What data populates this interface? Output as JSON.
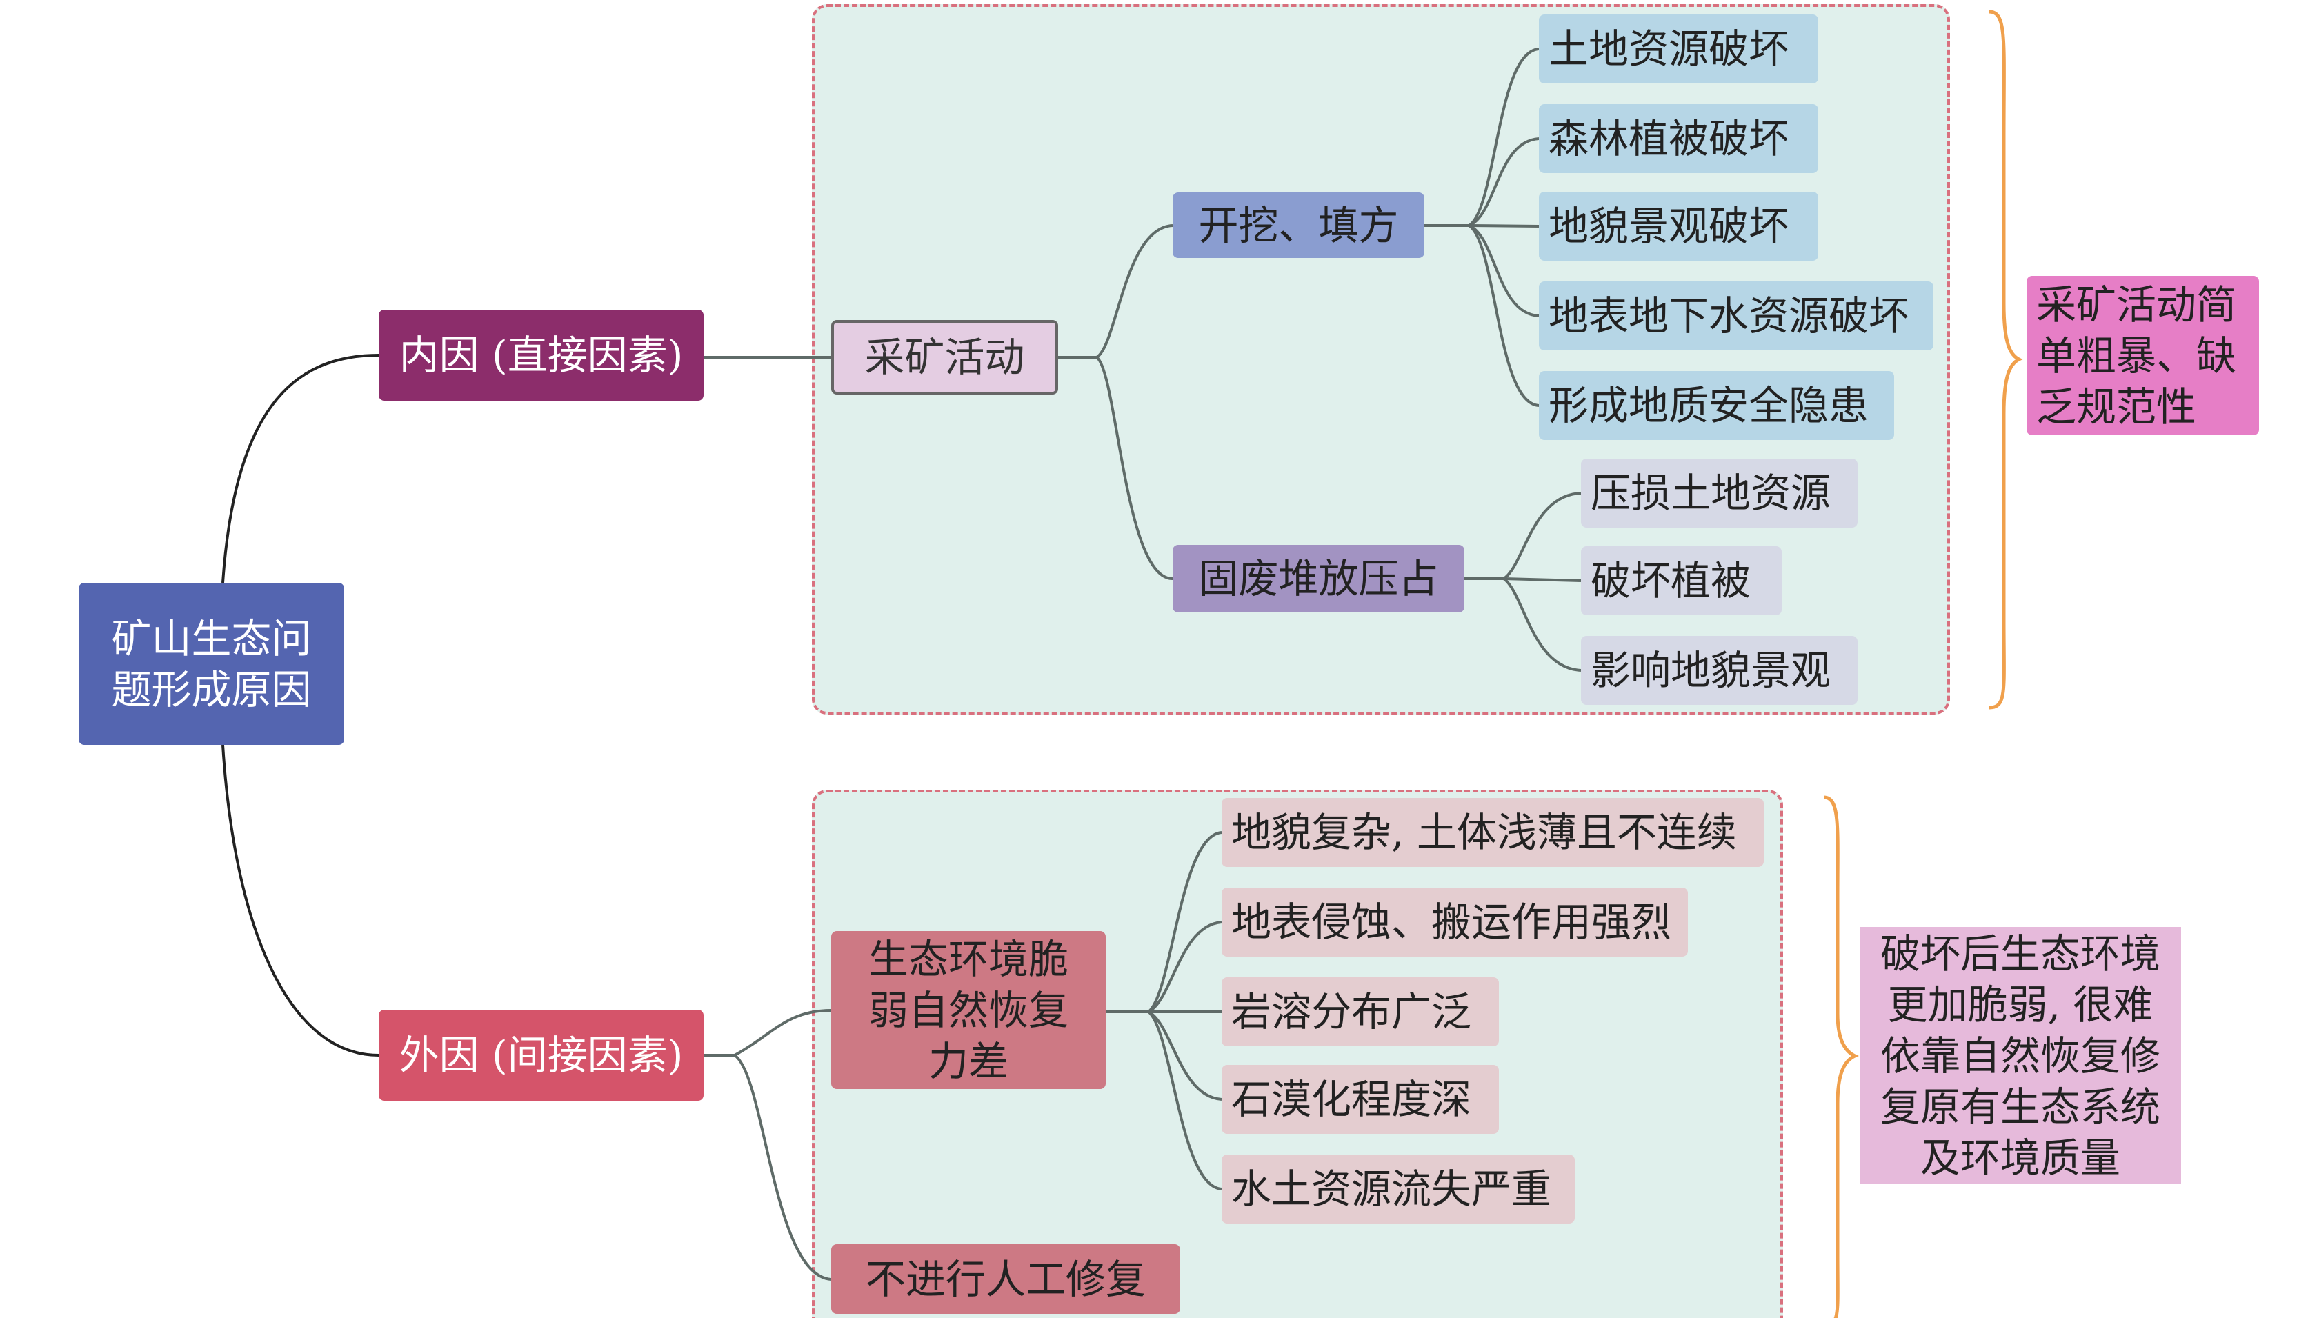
{
  "root": "矿山生态问题形成原因",
  "root_lines": [
    "矿山生态问",
    "题形成原因"
  ],
  "internal": {
    "label": "内因 (直接因素)",
    "activity": "采矿活动",
    "branches": [
      {
        "label": "开挖、填方",
        "leaves": [
          "土地资源破坏",
          "森林植被破坏",
          "地貌景观破坏",
          "地表地下水资源破坏",
          "形成地质安全隐患"
        ]
      },
      {
        "label": "固废堆放压占",
        "leaves": [
          "压损土地资源",
          "破坏植被",
          "影响地貌景观"
        ]
      }
    ],
    "note_lines": [
      "采矿活动简",
      "单粗暴、缺",
      "乏规范性"
    ]
  },
  "external": {
    "label": "外因 (间接因素)",
    "branches": [
      {
        "label_lines": [
          "生态环境脆",
          "弱自然恢复",
          "力差"
        ],
        "leaves": [
          "地貌复杂, 土体浅薄且不连续",
          "地表侵蚀、搬运作用强烈",
          "岩溶分布广泛",
          "石漠化程度深",
          "水土资源流失严重"
        ]
      },
      {
        "label": "不进行人工修复"
      }
    ],
    "note_lines": [
      "破坏后生态环境",
      "更加脆弱, 很难",
      "依靠自然恢复修",
      "复原有生态系统",
      "及环境质量"
    ]
  },
  "colors": {
    "root": "#5465b0",
    "internal": "#8c2d6b",
    "external": "#d5546a",
    "activity": "#e4cde2",
    "excavation": "#8a9dd0",
    "waste": "#a293c2",
    "leaf_blue": "#b6d6e6",
    "leaf_gray": "#d6d9e6",
    "leaf_pink": "#e4cdd0",
    "fragile": "#cd7984",
    "group_bg": "#e0f0ec",
    "group_border": "#d9707e",
    "brace": "#f0a04c",
    "note1": "#e67ec6",
    "note2": "#e6badb"
  }
}
